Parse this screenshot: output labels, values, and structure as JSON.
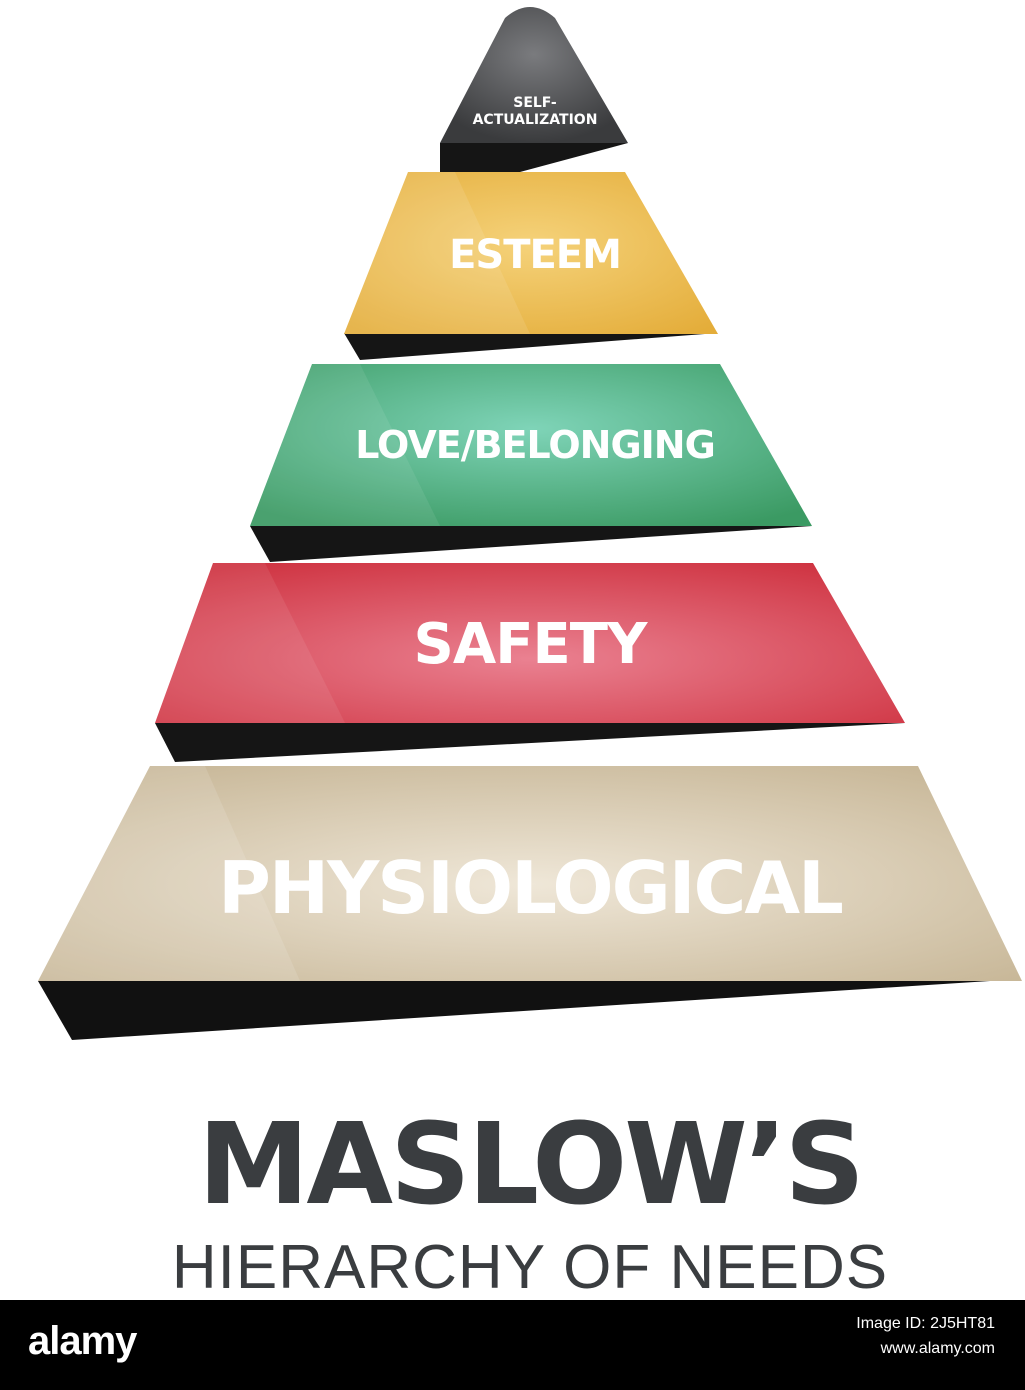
{
  "pyramid": {
    "tiers": [
      {
        "label": "SELF-\nACTUALIZATION",
        "color": "#3c3d3f",
        "highlight": "#7a7b7e"
      },
      {
        "label": "ESTEEM",
        "color": "#ecb43c",
        "highlight": "#f3cf76"
      },
      {
        "label": "LOVE/BELONGING",
        "color": "#3a9a63",
        "highlight": "#79d0b2"
      },
      {
        "label": "SAFETY",
        "color": "#d7394a",
        "highlight": "#e8788a"
      },
      {
        "label": "PHYSIOLOGICAL",
        "color": "#c9b89a",
        "highlight": "#ece3d2"
      }
    ],
    "shadow_color": "#111111"
  },
  "title": {
    "main": "MASLOW’S",
    "subtitle": "HIERARCHY OF NEEDS"
  },
  "watermark": {
    "logo": "alamy",
    "image_id": "Image ID: 2J5HT81",
    "url": "www.alamy.com"
  }
}
